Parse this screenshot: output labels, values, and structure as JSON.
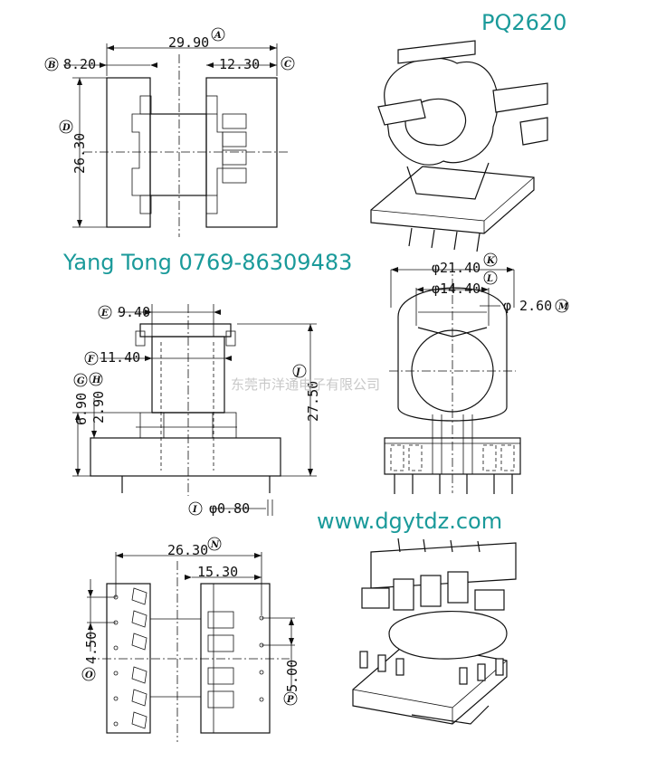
{
  "part_number": "PQ2620",
  "contact": "Yang Tong 0769-86309483",
  "website": "www.dgytdz.com",
  "watermark": "东莞市洋通电子有限公司",
  "colors": {
    "brand_text": "#1a9a9a",
    "line": "#111111"
  },
  "dimensions": {
    "A": {
      "label": "A",
      "value": "29.90"
    },
    "B": {
      "label": "B",
      "value": "8.20"
    },
    "C": {
      "label": "C",
      "value": "12.30"
    },
    "D": {
      "label": "D",
      "value": "26.30"
    },
    "E": {
      "label": "E",
      "value": "9.40"
    },
    "F": {
      "label": "F",
      "value": "11.40"
    },
    "G": {
      "label": "G",
      "value": "6.90"
    },
    "H": {
      "label": "H",
      "value": "2.90"
    },
    "I": {
      "label": "I",
      "value": "φ0.80"
    },
    "J": {
      "label": "J",
      "value": "27.50"
    },
    "K": {
      "label": "K",
      "value": "φ21.40"
    },
    "L": {
      "label": "L",
      "value": "φ14.40"
    },
    "M": {
      "label": "M",
      "value": "φ 2.60"
    },
    "N": {
      "label": "N",
      "value": "26.30"
    },
    "N2": {
      "value": "15.30"
    },
    "O": {
      "label": "O",
      "value": "4.50"
    },
    "P": {
      "label": "P",
      "value": "5.00"
    }
  }
}
